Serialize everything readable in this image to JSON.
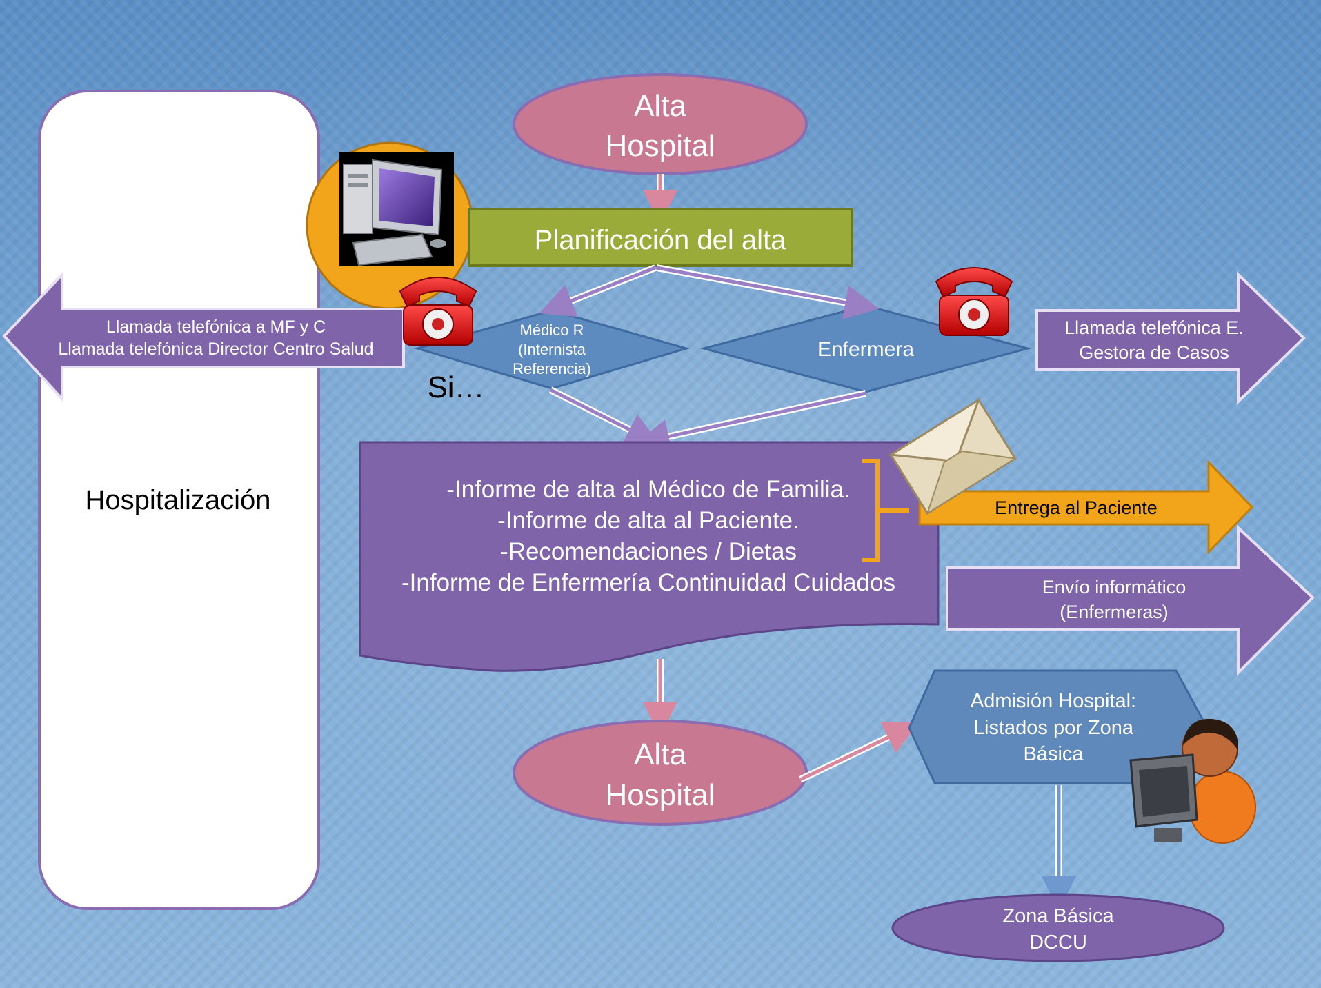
{
  "diagram": {
    "hospitalizacion": "Hospitalización",
    "alta_top": {
      "line1": "Alta",
      "line2": "Hospital"
    },
    "planificacion": "Planificación del alta",
    "medico": {
      "line1": "Médico R",
      "line2": "(Internista",
      "line3": "Referencia)"
    },
    "enfermera": "Enfermera",
    "si": "Si…",
    "llamada_left": {
      "line1": "Llamada  telefónica a MF y C",
      "line2": "Llamada telefónica Director Centro Salud"
    },
    "llamada_right": {
      "line1": "Llamada telefónica  E.",
      "line2": "Gestora de Casos"
    },
    "informe": {
      "line1": "-Informe de alta al Médico de Familia.",
      "line2": "-Informe de alta al Paciente.",
      "line3": "-Recomendaciones / Dietas",
      "line4": "-Informe de Enfermería Continuidad Cuidados"
    },
    "entrega": "Entrega al Paciente",
    "envio": {
      "line1": "Envío informático",
      "line2": "(Enfermeras)"
    },
    "alta_bottom": {
      "line1": "Alta",
      "line2": "Hospital"
    },
    "admision": {
      "line1": "Admisión Hospital:",
      "line2": "Listados por Zona",
      "line3": "Básica"
    },
    "zona": {
      "line1": "Zona Básica",
      "line2": "DCCU"
    }
  },
  "icons": [
    "computer-icon",
    "telephone-icon",
    "envelope-icon",
    "user-at-computer-icon"
  ],
  "colors": {
    "ellipse_pink": "#c97891",
    "planning_green": "#9aab3a",
    "diamond_blue": "#5e8bbf",
    "purple": "#8064aa",
    "orange": "#f2a51a",
    "hexagon_blue": "#6089bb"
  }
}
